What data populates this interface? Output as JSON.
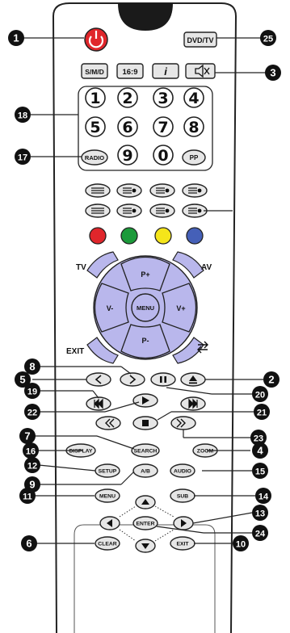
{
  "top_row": {
    "dvdtv_label": "DVD/TV"
  },
  "row2": {
    "smd_label": "S/M/D",
    "ratio_label": "16:9",
    "info_label": "i"
  },
  "numbers": [
    "1",
    "2",
    "3",
    "4",
    "5",
    "6",
    "7",
    "8",
    "9",
    "0"
  ],
  "radio_label": "RADIO",
  "pp_label": "PP",
  "color_buttons": {
    "red": "#e0262b",
    "green": "#1c9a3a",
    "yellow": "#f5e51a",
    "blue": "#4560b8"
  },
  "dpad": {
    "up": "P+",
    "down": "P-",
    "left": "V-",
    "right": "V+",
    "center": "MENU",
    "tv": "TV",
    "av": "AV",
    "exit": "EXIT"
  },
  "function_buttons": {
    "display": "DISPLAY",
    "search": "SEARCH",
    "zoom": "ZOOM",
    "setup": "SETUP",
    "ab": "A/B",
    "audio": "AUDIO",
    "menu": "MENU",
    "sub": "SUB",
    "enter": "ENTER",
    "clear": "CLEAR",
    "exit": "EXIT"
  },
  "callouts": {
    "c1": "1",
    "c2": "2",
    "c3": "3",
    "c4": "4",
    "c5": "5",
    "c6": "6",
    "c7": "7",
    "c8": "8",
    "c9": "9",
    "c10": "10",
    "c11": "11",
    "c12": "12",
    "c13": "13",
    "c14": "14",
    "c15": "15",
    "c16": "16",
    "c17": "17",
    "c18": "18",
    "c19": "19",
    "c20": "20",
    "c21": "21",
    "c22": "22",
    "c23": "23",
    "c24": "24",
    "c25": "25"
  }
}
